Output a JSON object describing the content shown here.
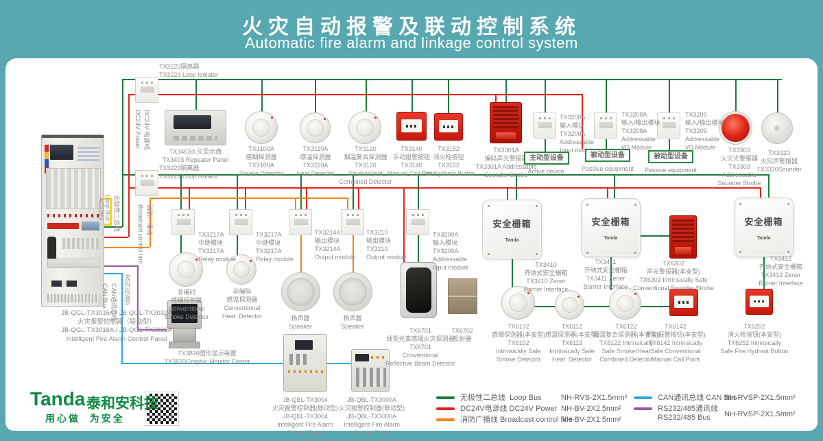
{
  "header": {
    "title_zh": "火灾自动报警及联动控制系统",
    "title_en": "Automatic fire alarm and linkage control system"
  },
  "colors": {
    "teal": "#58a8b2",
    "loop_bus": "#1d7a3f",
    "dc24v": "#e5231c",
    "broadcast": "#f08418",
    "can": "#2da9e0",
    "rs485": "#9a58a5",
    "ac220": "#f7d70a",
    "logo_green": "#0f8a43"
  },
  "labels": {
    "iso1": "TX3223隔离器\nTX3223 Loop Isolator",
    "iso2": "TX3223隔离器\nTX3223 Loop Isolator",
    "repeater": "TX3403火灾显示盘\nTX3403 Repeater Panel",
    "d3100": "TX3100A\n感烟探测器\nTX3100A\nSmoke Detector",
    "d3110": "TX3110A\n感温探测器\nTX3110A\nHeat Detector",
    "d3120": "TX3120\n烟温复合探测器\nTX3120\nSmoke/Heat\nCombined Detector",
    "d3140": "TX3140\n手动报警按钮\nTX3140\nManual Call Point",
    "d3152": "TX3152\n消火栓按钮\nTX3152\nFire Hydrant Button",
    "d3301": "TX3301A\n编码声光警报器\nTX3301A Addressable\nSounder Strobe",
    "m3200t": "TX3200A\n输入模块\nTX3200A\nAddressable\nInput module",
    "m3208": "TX3208A\n输入/输出模块\nTX3208A\nAddressable\nI/O Module",
    "m3209": "TX3209\n输入/输出模块\nTX3209\nAddressable\nI/O Module",
    "d3303": "TX3303\n火灾光警报器\nTX3303\nAddressable\nSounder Strobe",
    "d3320": "TX3320\n火灾声警报器\nTX3320Sounder",
    "relay1": "TX3217A\n中继模块\nTX3217A\nRelay module",
    "convsmoke": "非编码\n感烟探测器\nConventional\nSmoke Detector",
    "relay2": "TX3217A\n中继模块\nTX3217A\nRelay module",
    "convheat": "非编码\n感温探测器\nConventional\nHeat  Detector",
    "m3214": "TX3214A\n输出模块\nTX3214A\nOutput module",
    "spk1": "扬声器\nSpeaker",
    "m3210": "TX3210\n输出模块\nTX3210\nOutput module",
    "spk2": "扬声器\nSpeaker",
    "m3200m": "TX3200A\n输入模块\nTX3200A\nAddressable\nInput module",
    "d6701": "TX6701\n线型光束感烟火灾探测器\nTX6701\nConventional\nReflective Beam Detector",
    "d6702": "TX6702\n反射器",
    "b3410": "TX3410\n齐纳式安全栅箱\nTX3410 Zener\nBarrier Interface",
    "d6102": "TX6102\n感烟探测器(本安型)\nTX6102\nIntrinsically Safe\nSmoke Detector",
    "d6112": "TX6112\n感温探测器(本安型)\nTX6112\nIntrinsically Safe\nHeat  Detector",
    "b3411": "TX3411\n齐纳式安全栅箱\nTX3411 Zener\nBarrier Interface",
    "d6302": "TX6302\n声光警报器(本安型)\nTX6302 Intrinsically Safe\nConventional Sounder Strobe",
    "d6122": "TX6122\n烟温复合探测器(本安型)\nTX6122 Intrinsically\nSafe Smoke/Heat\nCombined Detector",
    "d6142": "TX6142\n手动报警按钮(本安型)\nTX6142 Intrinsically\nSafe Conventional\nManual Call Point",
    "b3412": "TX3412\n齐纳式安全栅箱\nTX3412 Zener\nBarrier Interface",
    "d6252": "TX6252\n消火栓按钮(本安型)\nTX6252 Intrinsically\nSafe Fire Hydrant Button",
    "mainpanel": "JB-QGL-TX3016A / JB-QGL-TX3032A\n火灾报警控制器（联动型）\nJB-QGL-TX3016A / JB-QGL-TX3032A\nIntelligent Fire Alarm Control Panel",
    "tx3820": "TX3820图形显示装置\nTX3820Graphic Monitor Center",
    "p3004": "JB-QBL-TX3004\n火灾报警控制器(联动型)\nJB-QBL-TX3004\nIntelligent Fire Alarm\nControl Panel",
    "p3000": "JB-QBL-TX3000A\n火灾报警控制器(联动型)\nJB-QBL-TX3000A\nIntelligent Fire Alarm\nControl Panel"
  },
  "type_boxes": {
    "active": "主动型设备",
    "active_en": "Active device",
    "passive": "被动型设备",
    "passive_en": "Passive equipment"
  },
  "barrier": {
    "name": "安全栅箱",
    "logo": "Tanda"
  },
  "vertical_labels": {
    "dc24v": "DC24V 电源线\nDC24V Power",
    "ac220v": "AC220V",
    "loopbus": "无极性二总线\nLoop Bus",
    "broadcast": "消防广播线\nBroadcast control line",
    "rs485": "RS232/485",
    "canbus": "CAN通讯总线\nCAN Bus"
  },
  "legend": {
    "col1": [
      {
        "label": "无极性二总线  Loop Bus",
        "spec": "NH-RVS-2X1.5mm²",
        "color": "#1d7a3f"
      },
      {
        "label": "DC24V电源线 DC24V Power",
        "spec": "NH-BV-2X2.5mm²",
        "color": "#e5231c"
      },
      {
        "label": "消防广播线 Broadcast control line",
        "spec": "NH-BV-2X1.5mm²",
        "color": "#f08418"
      }
    ],
    "col2": [
      {
        "label": "CAN通讯总线 CAN Bus",
        "spec": "NH-RVSP-2X1.5mm²",
        "color": "#2da9e0"
      },
      {
        "label": "RS232/485通讯线\nRS232/485 Bus",
        "spec": "NH-RVSP-2X1.5mm²",
        "color": "#9a58a5"
      }
    ]
  },
  "footer": {
    "brand": "Tanda",
    "brand_zh": "泰和安科技",
    "slogan": "用心做  为安全"
  }
}
